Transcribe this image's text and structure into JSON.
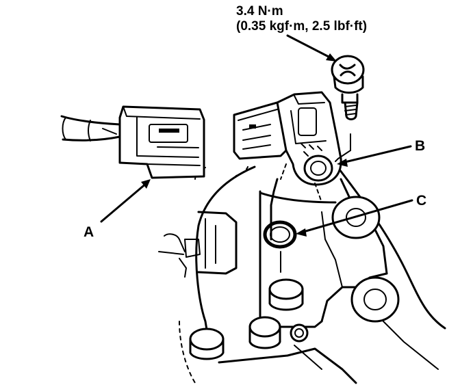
{
  "torque_spec": {
    "line1": "3.4 N·m",
    "line2": "(0.35 kgf·m, 2.5 lbf·ft)"
  },
  "callouts": {
    "a": "A",
    "b": "B",
    "c": "C"
  }
}
